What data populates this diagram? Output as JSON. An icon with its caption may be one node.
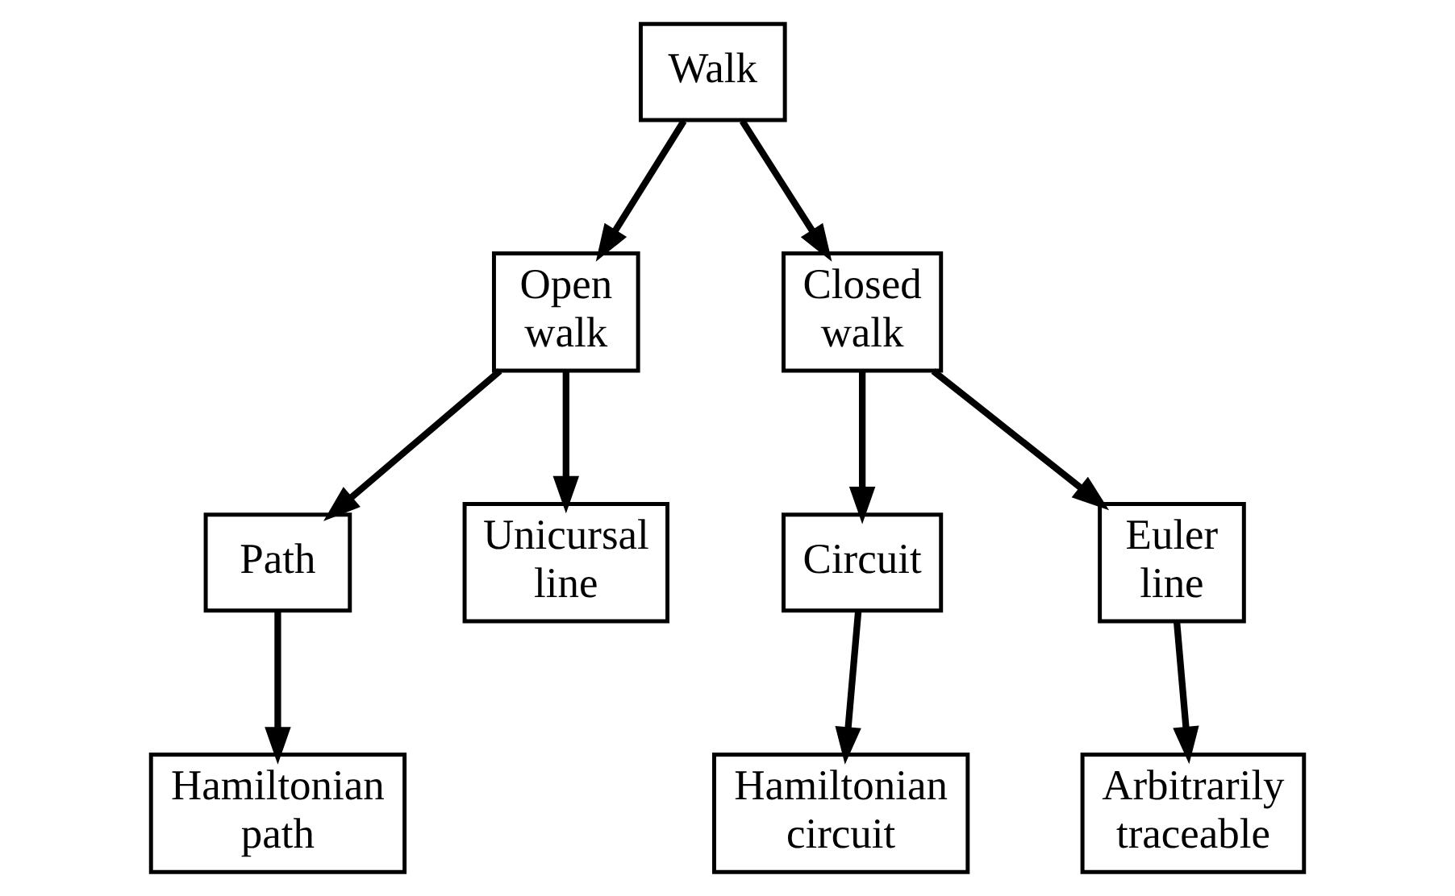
{
  "diagram": {
    "nodes": [
      {
        "text": [
          "Walk"
        ]
      },
      {
        "text": [
          "Open walk"
        ]
      },
      {
        "text": [
          "Closed walk"
        ]
      },
      {
        "text": [
          "Path"
        ]
      },
      {
        "text": [
          "Unicursal line"
        ]
      },
      {
        "text": [
          "Circuit"
        ]
      },
      {
        "text": [
          "Euler line"
        ]
      },
      {
        "text": [
          "Hamiltonian path"
        ]
      },
      {
        "text": [
          "Hamiltonian circuit"
        ]
      },
      {
        "text": [
          "Arbitrarily traceable"
        ]
      }
    ],
    "edges": [
      {
        "from": 0,
        "to": 1,
        "arrow": "to"
      },
      {
        "from": 0,
        "to": 2,
        "arrow": "to"
      },
      {
        "from": 1,
        "to": 3,
        "arrow": "to"
      },
      {
        "from": 1,
        "to": 4,
        "arrow": "to"
      },
      {
        "from": 2,
        "to": 5,
        "arrow": "to"
      },
      {
        "from": 2,
        "to": 6,
        "arrow": "to"
      },
      {
        "from": 3,
        "to": 7,
        "arrow": "to"
      },
      {
        "from": 5,
        "to": 8,
        "arrow": "to"
      },
      {
        "from": 6,
        "to": 9,
        "arrow": "to"
      }
    ]
  }
}
